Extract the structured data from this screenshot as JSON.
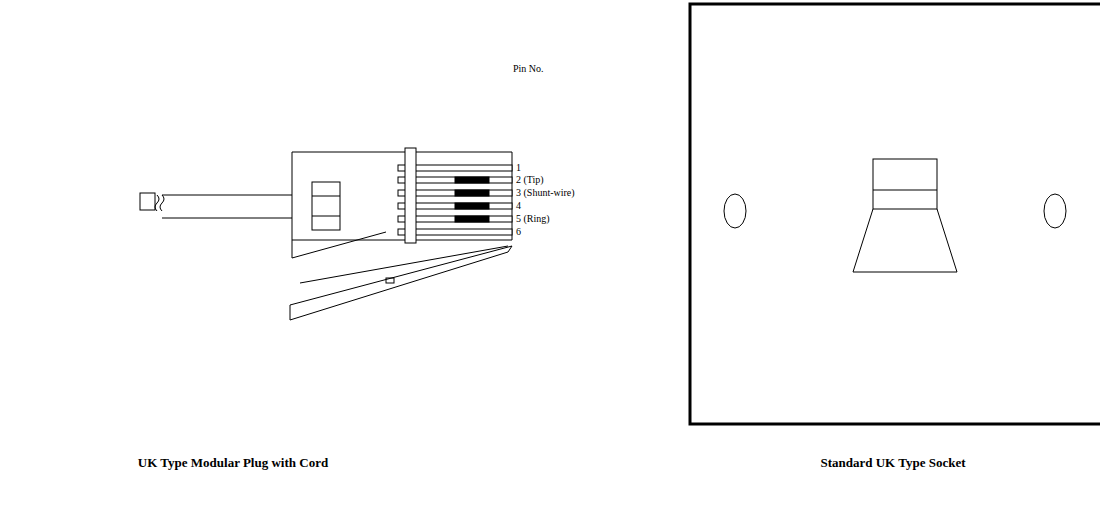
{
  "diagram": {
    "labels": [
      "Pin No.",
      "1",
      "2 (Tip)",
      "3 (Shunt-wire)",
      "4",
      "5 (Ring)",
      "6",
      "UK Type Modular Plug with Cord",
      "Standard UK Type Socket"
    ]
  }
}
